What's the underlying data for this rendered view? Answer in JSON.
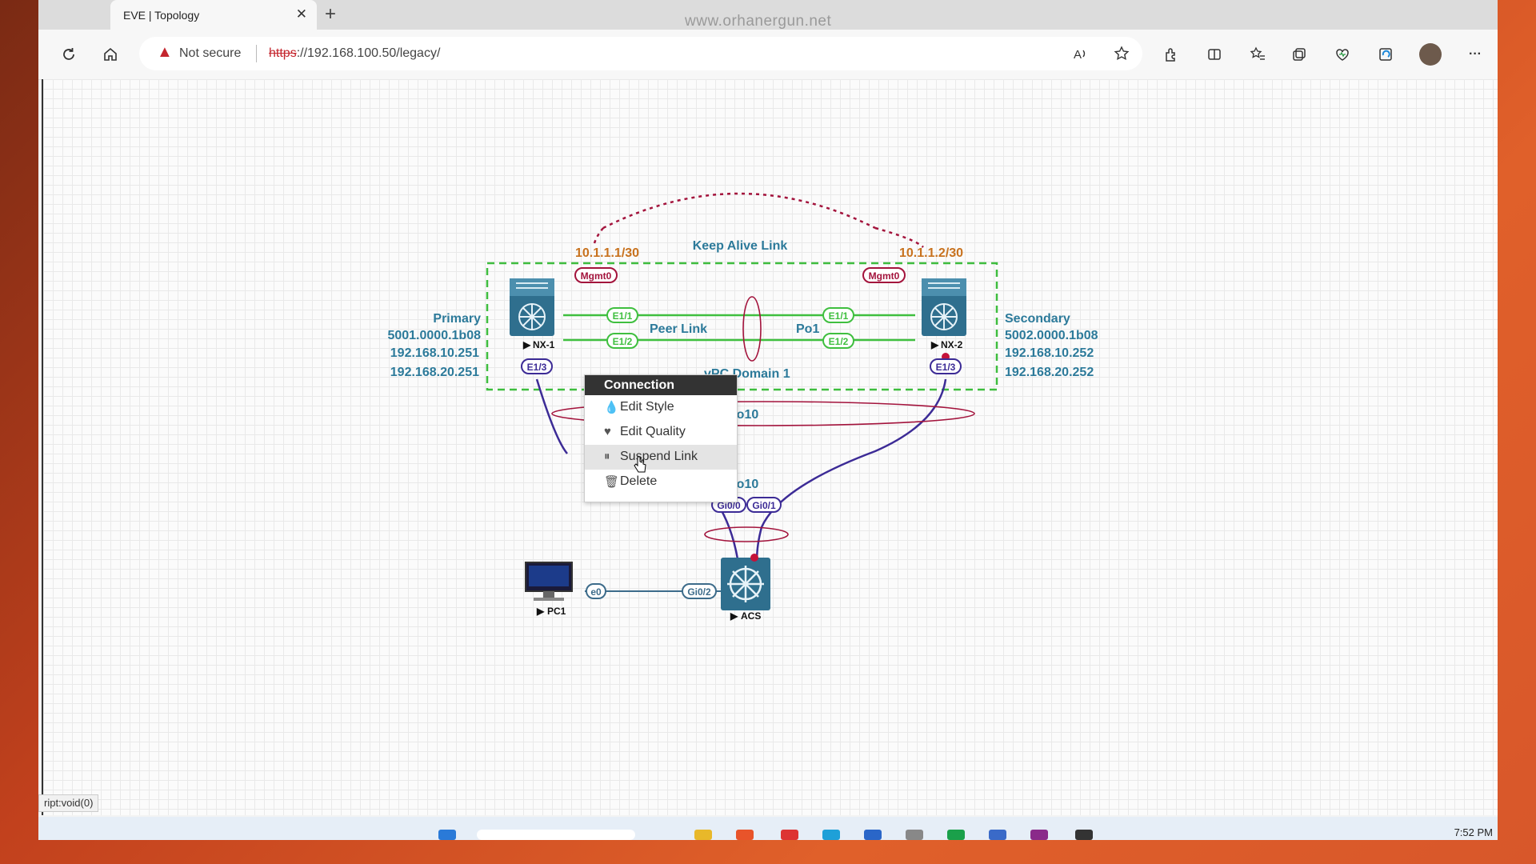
{
  "browser": {
    "tab_title": "EVE | Topology",
    "tab_close_glyph": "✕",
    "new_tab_glyph": "+",
    "watermark": "www.orhanergun.net",
    "security_label": "Not secure",
    "url_scheme": "https",
    "url_rest": "://192.168.100.50/legacy/",
    "more_glyph": "···"
  },
  "topology": {
    "keepalive_label": "Keep Alive Link",
    "ip_left": "10.1.1.1/30",
    "ip_right": "10.1.1.2/30",
    "mgmt_left": "Mgmt0",
    "mgmt_right": "Mgmt0",
    "peer_link_label": "Peer Link",
    "po1_label": "Po1",
    "vpc_label": "vPC Domain 1",
    "po10_top": "Po10",
    "po10_bottom": "Po10",
    "nx1": {
      "name": "NX-1",
      "role": "Primary",
      "mac": "5001.0000.1b08",
      "ip1": "192.168.10.251",
      "ip2": "192.168.20.251"
    },
    "nx2": {
      "name": "NX-2",
      "role": "Secondary",
      "mac": "5002.0000.1b08",
      "ip1": "192.168.10.252",
      "ip2": "192.168.20.252"
    },
    "ports": {
      "nx1_e11": "E1/1",
      "nx1_e12": "E1/2",
      "nx1_e13": "E1/3",
      "nx2_e11": "E1/1",
      "nx2_e12": "E1/2",
      "nx2_e13": "E1/3",
      "acs_gi00": "Gi0/0",
      "acs_gi01": "Gi0/1",
      "acs_gi02": "Gi0/2",
      "pc_e0": "e0"
    },
    "pc_name": "PC1",
    "acs_name": "ACS",
    "play_glyph": "▶"
  },
  "context_menu": {
    "header": "Connection",
    "items": [
      {
        "label": "Edit Style",
        "icon": "droplet-icon",
        "glyph": "💧"
      },
      {
        "label": "Edit Quality",
        "icon": "heart-pulse-icon",
        "glyph": "♥"
      },
      {
        "label": "Suspend Link",
        "icon": "pause-icon",
        "glyph": "⏸"
      },
      {
        "label": "Delete",
        "icon": "trash-icon",
        "glyph": "🗑"
      }
    ]
  },
  "status_bar": "ript:void(0)",
  "taskbar": {
    "clock": "7:52 PM"
  },
  "colors": {
    "accent_teal": "#2c7a9a",
    "ip_orange": "#c8721e",
    "mgmt_crimson": "#a3133c",
    "peer_green": "#3fbf3f",
    "trunk_purple": "#3c2b96",
    "vpc_dash": "#3ebd3e"
  }
}
